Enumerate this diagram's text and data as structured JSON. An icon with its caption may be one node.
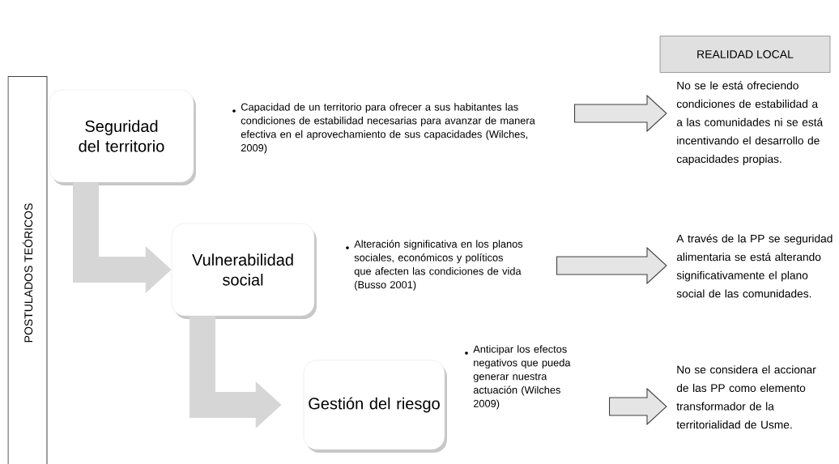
{
  "diagram": {
    "nodes": [
      {
        "text": [
          "REALIDAD LOCAL"
        ]
      },
      {
        "text": [
          "POSTULADOS TEÓRICOS"
        ]
      },
      {
        "text": [
          "Seguridad del territorio"
        ]
      },
      {
        "text": [
          "Capacidad de un territorio para ofrecer a sus habitantes las condiciones de estabilidad necesarias para avanzar de manera efectiva en el aprovechamiento de sus capacidades (Wilches, 2009)"
        ]
      },
      {
        "text": [
          "No se le está ofreciendo condiciones de estabilidad a a las comunidades ni se está incentivando el desarrollo de capacidades propias."
        ]
      },
      {
        "text": [
          "Vulnerabilidad social"
        ]
      },
      {
        "text": [
          "Alteración significativa en los planos sociales, económicos y políticos que afecten las condiciones de vida (Busso 2001)"
        ]
      },
      {
        "text": [
          "A través de la PP se seguridad alimentaria se está alterando significativamente el plano social de las comunidades."
        ]
      },
      {
        "text": [
          "Gestión del riesgo"
        ]
      },
      {
        "text": [
          "Anticipar los efectos negativos que pueda generar nuestra actuación (Wilches 2009)"
        ]
      },
      {
        "text": [
          "No se considera el accionar de las PP como elemento transformador de la territorialidad de Usme."
        ]
      }
    ],
    "edges": [
      {
        "from": 2,
        "to": 5,
        "arrow": "to"
      },
      {
        "from": 5,
        "to": 8,
        "arrow": "to"
      },
      {
        "from": 3,
        "to": 4,
        "arrow": "to"
      },
      {
        "from": 6,
        "to": 7,
        "arrow": "to"
      },
      {
        "from": 9,
        "to": 10,
        "arrow": "to"
      }
    ]
  }
}
